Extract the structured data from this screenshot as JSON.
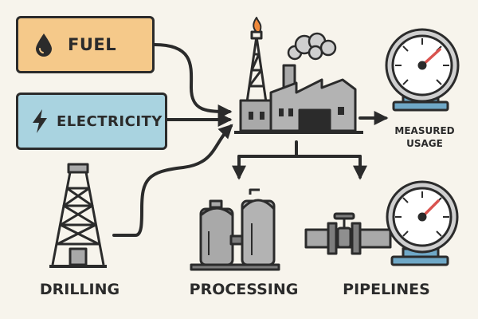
{
  "inputs": {
    "fuel": {
      "label": "FUEL",
      "icon": "droplet-icon",
      "color": "#f5c98a"
    },
    "electricity": {
      "label": "ELECTRICITY",
      "icon": "lightning-bolt-icon",
      "color": "#a9d3e0"
    }
  },
  "stages": {
    "drilling": {
      "label": "DRILLING"
    },
    "processing": {
      "label": "PROCESSING"
    },
    "pipelines": {
      "label": "PIPELINES"
    }
  },
  "output": {
    "line1": "MEASURED",
    "line2": "USAGE"
  },
  "colors": {
    "ink": "#2b2b2b",
    "metal": "#a9a9a9",
    "metal_dark": "#7d7d7d",
    "flame": "#f08a3c",
    "gauge_needle": "#d9534f",
    "gauge_base": "#6fa8c7",
    "background": "#f7f4ec"
  }
}
